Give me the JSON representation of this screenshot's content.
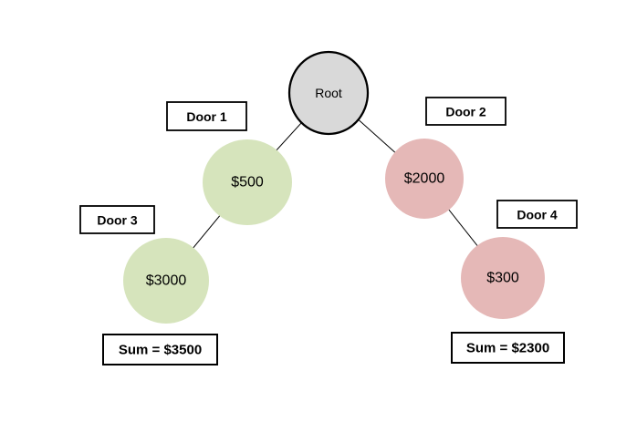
{
  "colors": {
    "background": "#ffffff",
    "root_fill": "#d9d9d9",
    "left_branch_fill": "#d6e4bc",
    "right_branch_fill": "#e5b8b7",
    "outline": "#000000"
  },
  "tree": {
    "root": {
      "label": "Root"
    },
    "nodes": [
      {
        "id": "door1",
        "label": "Door 1",
        "value": "$500",
        "side": "left"
      },
      {
        "id": "door2",
        "label": "Door 2",
        "value": "$2000",
        "side": "right"
      },
      {
        "id": "door3",
        "label": "Door 3",
        "value": "$3000",
        "side": "left"
      },
      {
        "id": "door4",
        "label": "Door 4",
        "value": "$300",
        "side": "right"
      }
    ],
    "sums": {
      "left": "Sum = $3500",
      "right": "Sum = $2300"
    }
  }
}
